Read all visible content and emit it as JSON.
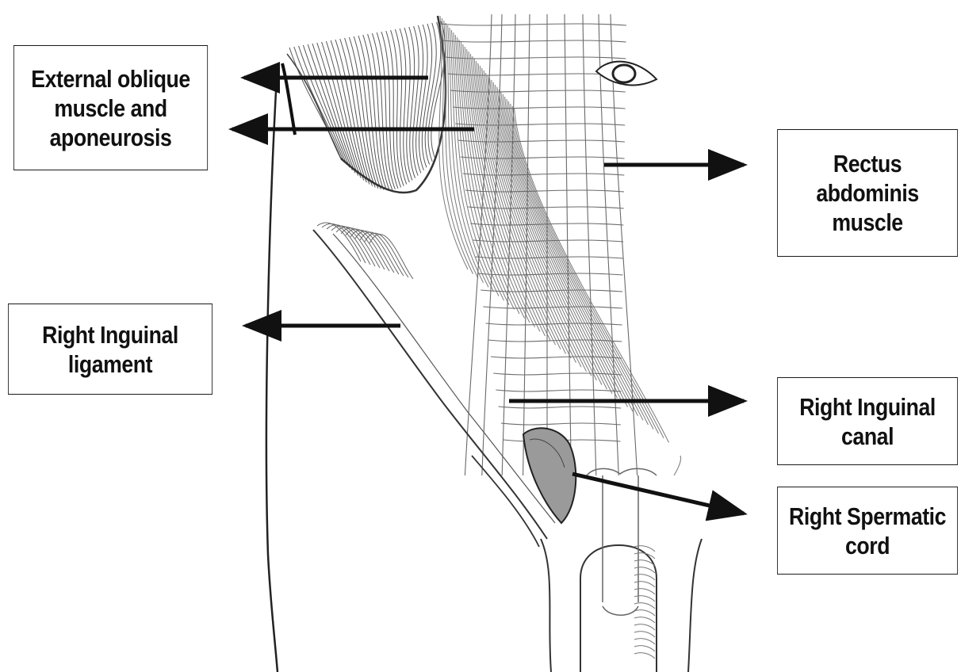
{
  "diagram": {
    "labels": {
      "external_oblique": [
        "External oblique",
        "muscle and",
        "aponeurosis"
      ],
      "rectus": [
        "Rectus",
        "abdominis",
        "muscle"
      ],
      "ligament": [
        "Right Inguinal",
        "ligament"
      ],
      "canal": [
        "Right Inguinal",
        "canal"
      ],
      "cord": [
        "Right Spermatic",
        "cord"
      ]
    }
  }
}
